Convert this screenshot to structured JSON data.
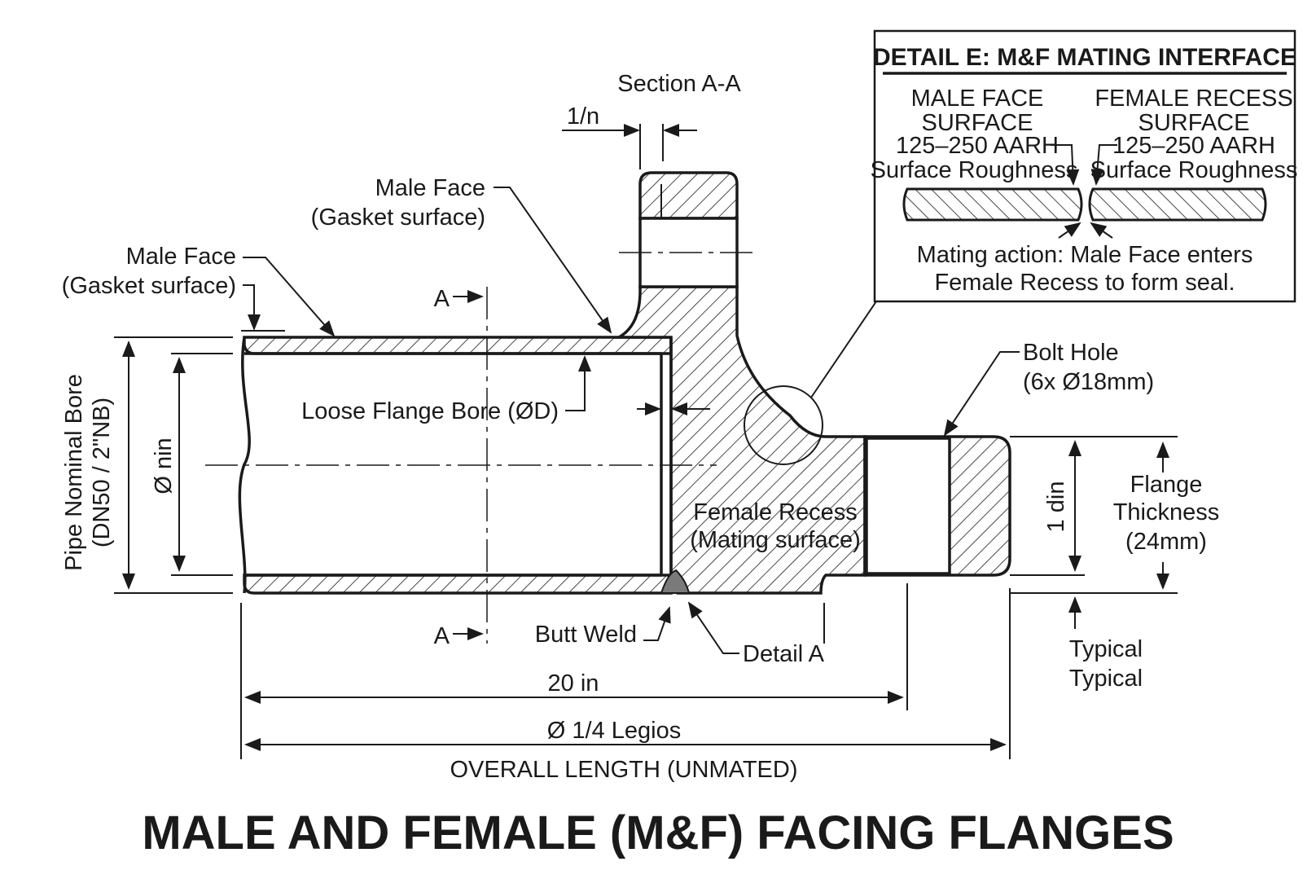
{
  "title": "MALE AND FEMALE (M&F) FACING FLANGES",
  "section_label": "Section A-A",
  "dim_1n": "1/n",
  "male_face_top": {
    "line1": "Male Face",
    "line2": "(Gasket surface)"
  },
  "male_face_left": {
    "line1": "Male Face",
    "line2": "(Gasket surface)"
  },
  "section_mark": "A",
  "loose_bore": "Loose Flange Bore (ØD)",
  "pipe_bore": {
    "line1": "Pipe Nominal Bore",
    "line2": "(DN50 / 2\"NB)"
  },
  "dia_nin": "Ø nin",
  "female_recess": {
    "line1": "Female Recess",
    "line2": "(Mating surface)"
  },
  "butt_weld": "Butt Weld",
  "detail_a": "Detail A",
  "bolt_hole": {
    "line1": "Bolt Hole",
    "line2": "(6x Ø18mm)"
  },
  "dim_1din": "1 din",
  "flange_thickness": {
    "line1": "Flange",
    "line2": "Thickness",
    "line3": "(24mm)"
  },
  "typical": {
    "line1": "Typical",
    "line2": "Typical"
  },
  "dim_20in": "20 in",
  "dim_legios": "Ø 1/4 Legios",
  "overall_length": "OVERALL LENGTH (UNMATED)",
  "detail_e": {
    "title": "DETAIL E: M&F MATING INTERFACE",
    "male": {
      "line1": "MALE FACE",
      "line2": "SURFACE",
      "line3": "125–250 AARH",
      "line4": "Surface Roughness"
    },
    "female": {
      "line1": "FEMALE RECESS",
      "line2": "SURFACE",
      "line3": "125–250 AARH",
      "line4": "Surface Roughness"
    },
    "mating": {
      "line1": "Mating action: Male Face enters",
      "line2": "Female Recess to form seal."
    }
  }
}
